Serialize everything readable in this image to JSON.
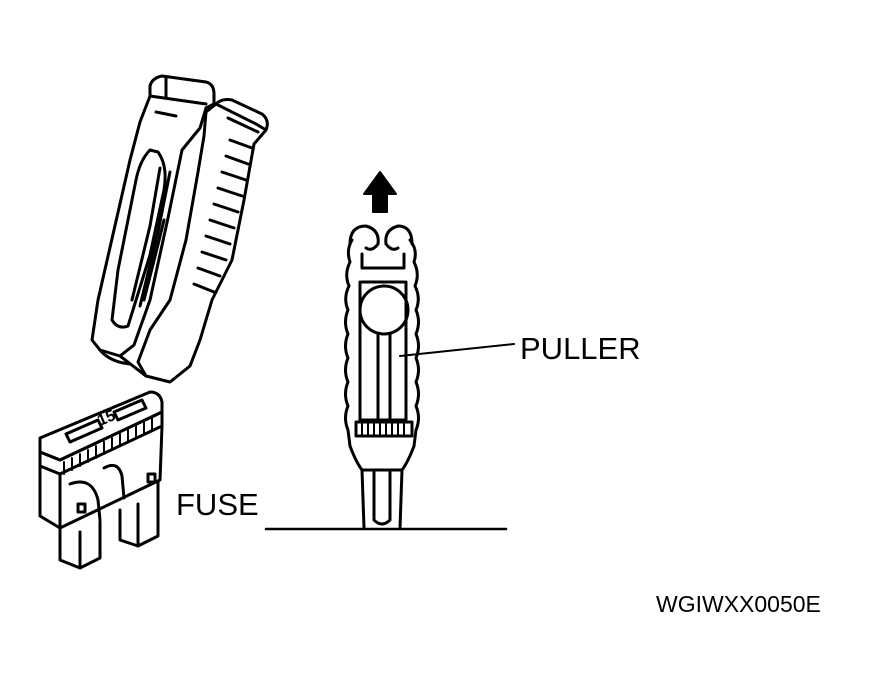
{
  "labels": {
    "puller": "PULLER",
    "fuse": "FUSE",
    "figure_code": "WGIWXX0050E"
  },
  "fuse_marking": "15",
  "colors": {
    "ink": "#000000",
    "paper": "#ffffff"
  },
  "icons": [
    "up-arrow-icon"
  ]
}
